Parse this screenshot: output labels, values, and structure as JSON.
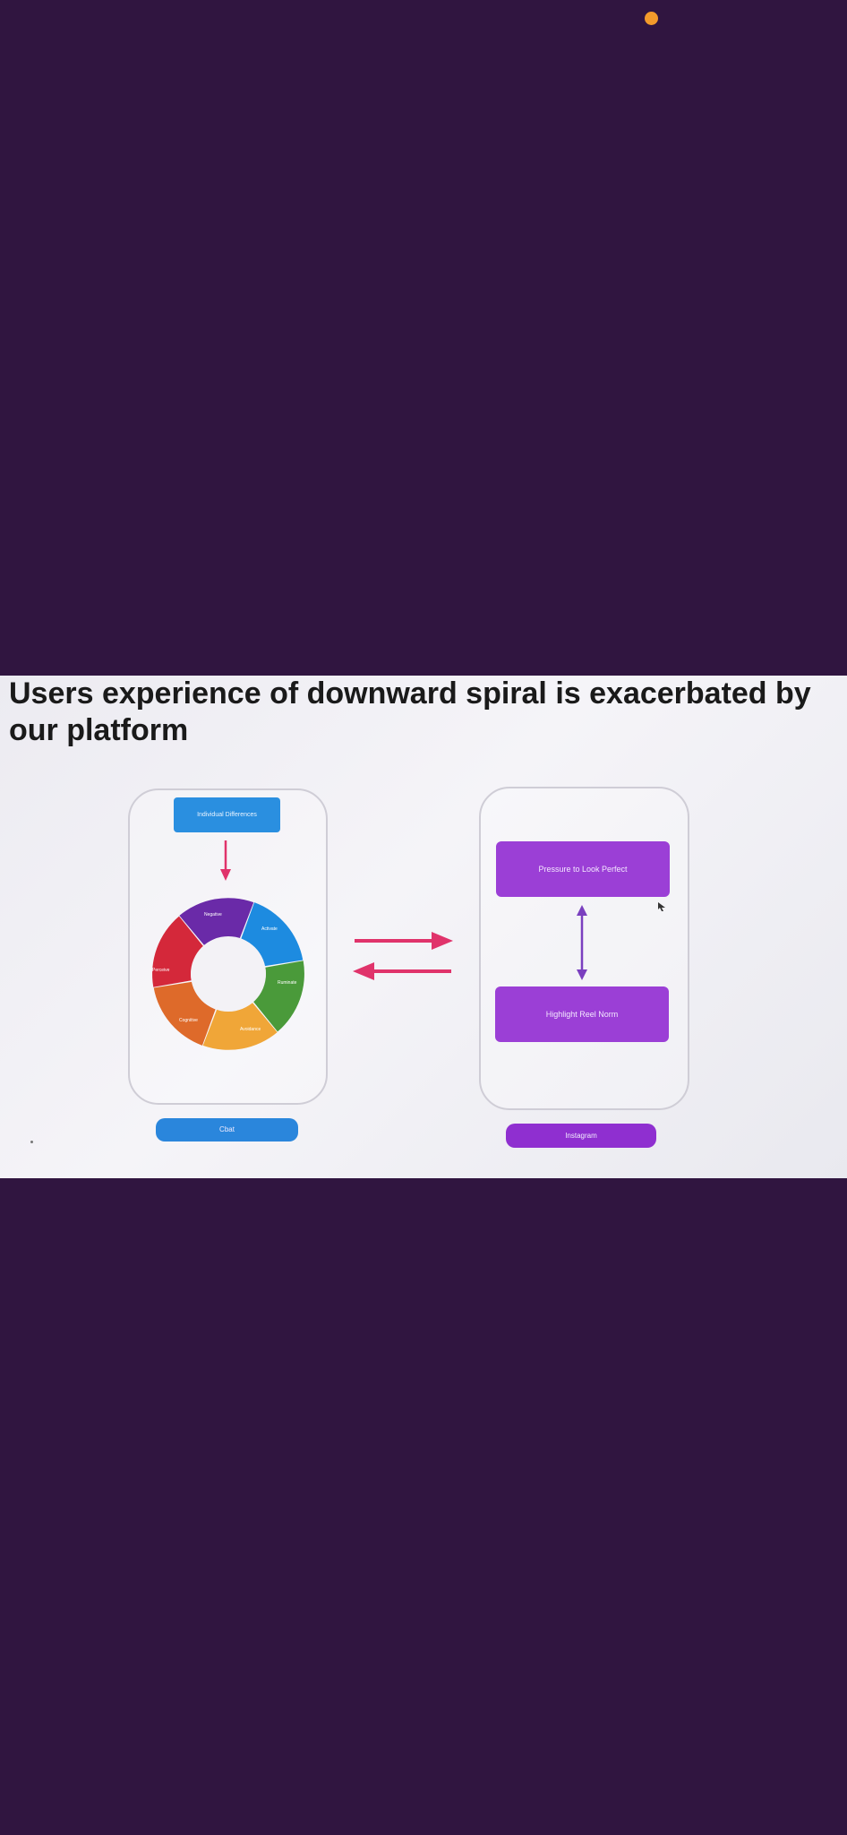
{
  "slide": {
    "title": "Users experience of downward spiral is exacerbated by our platform",
    "left_panel": {
      "top_box_label": "Individual Differences",
      "cycle_segments": [
        "Negative",
        "Activate",
        "Ruminate",
        "Avoidance",
        "Cognitive",
        "Perceive"
      ],
      "footer_label": "Cbat"
    },
    "right_panel": {
      "top_box_label": "Pressure to Look Perfect",
      "bottom_box_label": "Highlight Reel Norm",
      "footer_label": "Instagram"
    }
  },
  "colors": {
    "background": "#301540",
    "status_dot": "#f39a2b",
    "accent_blue": "#2a8fe0",
    "accent_purple": "#9b3fd6",
    "arrow_red": "#e0336b"
  }
}
